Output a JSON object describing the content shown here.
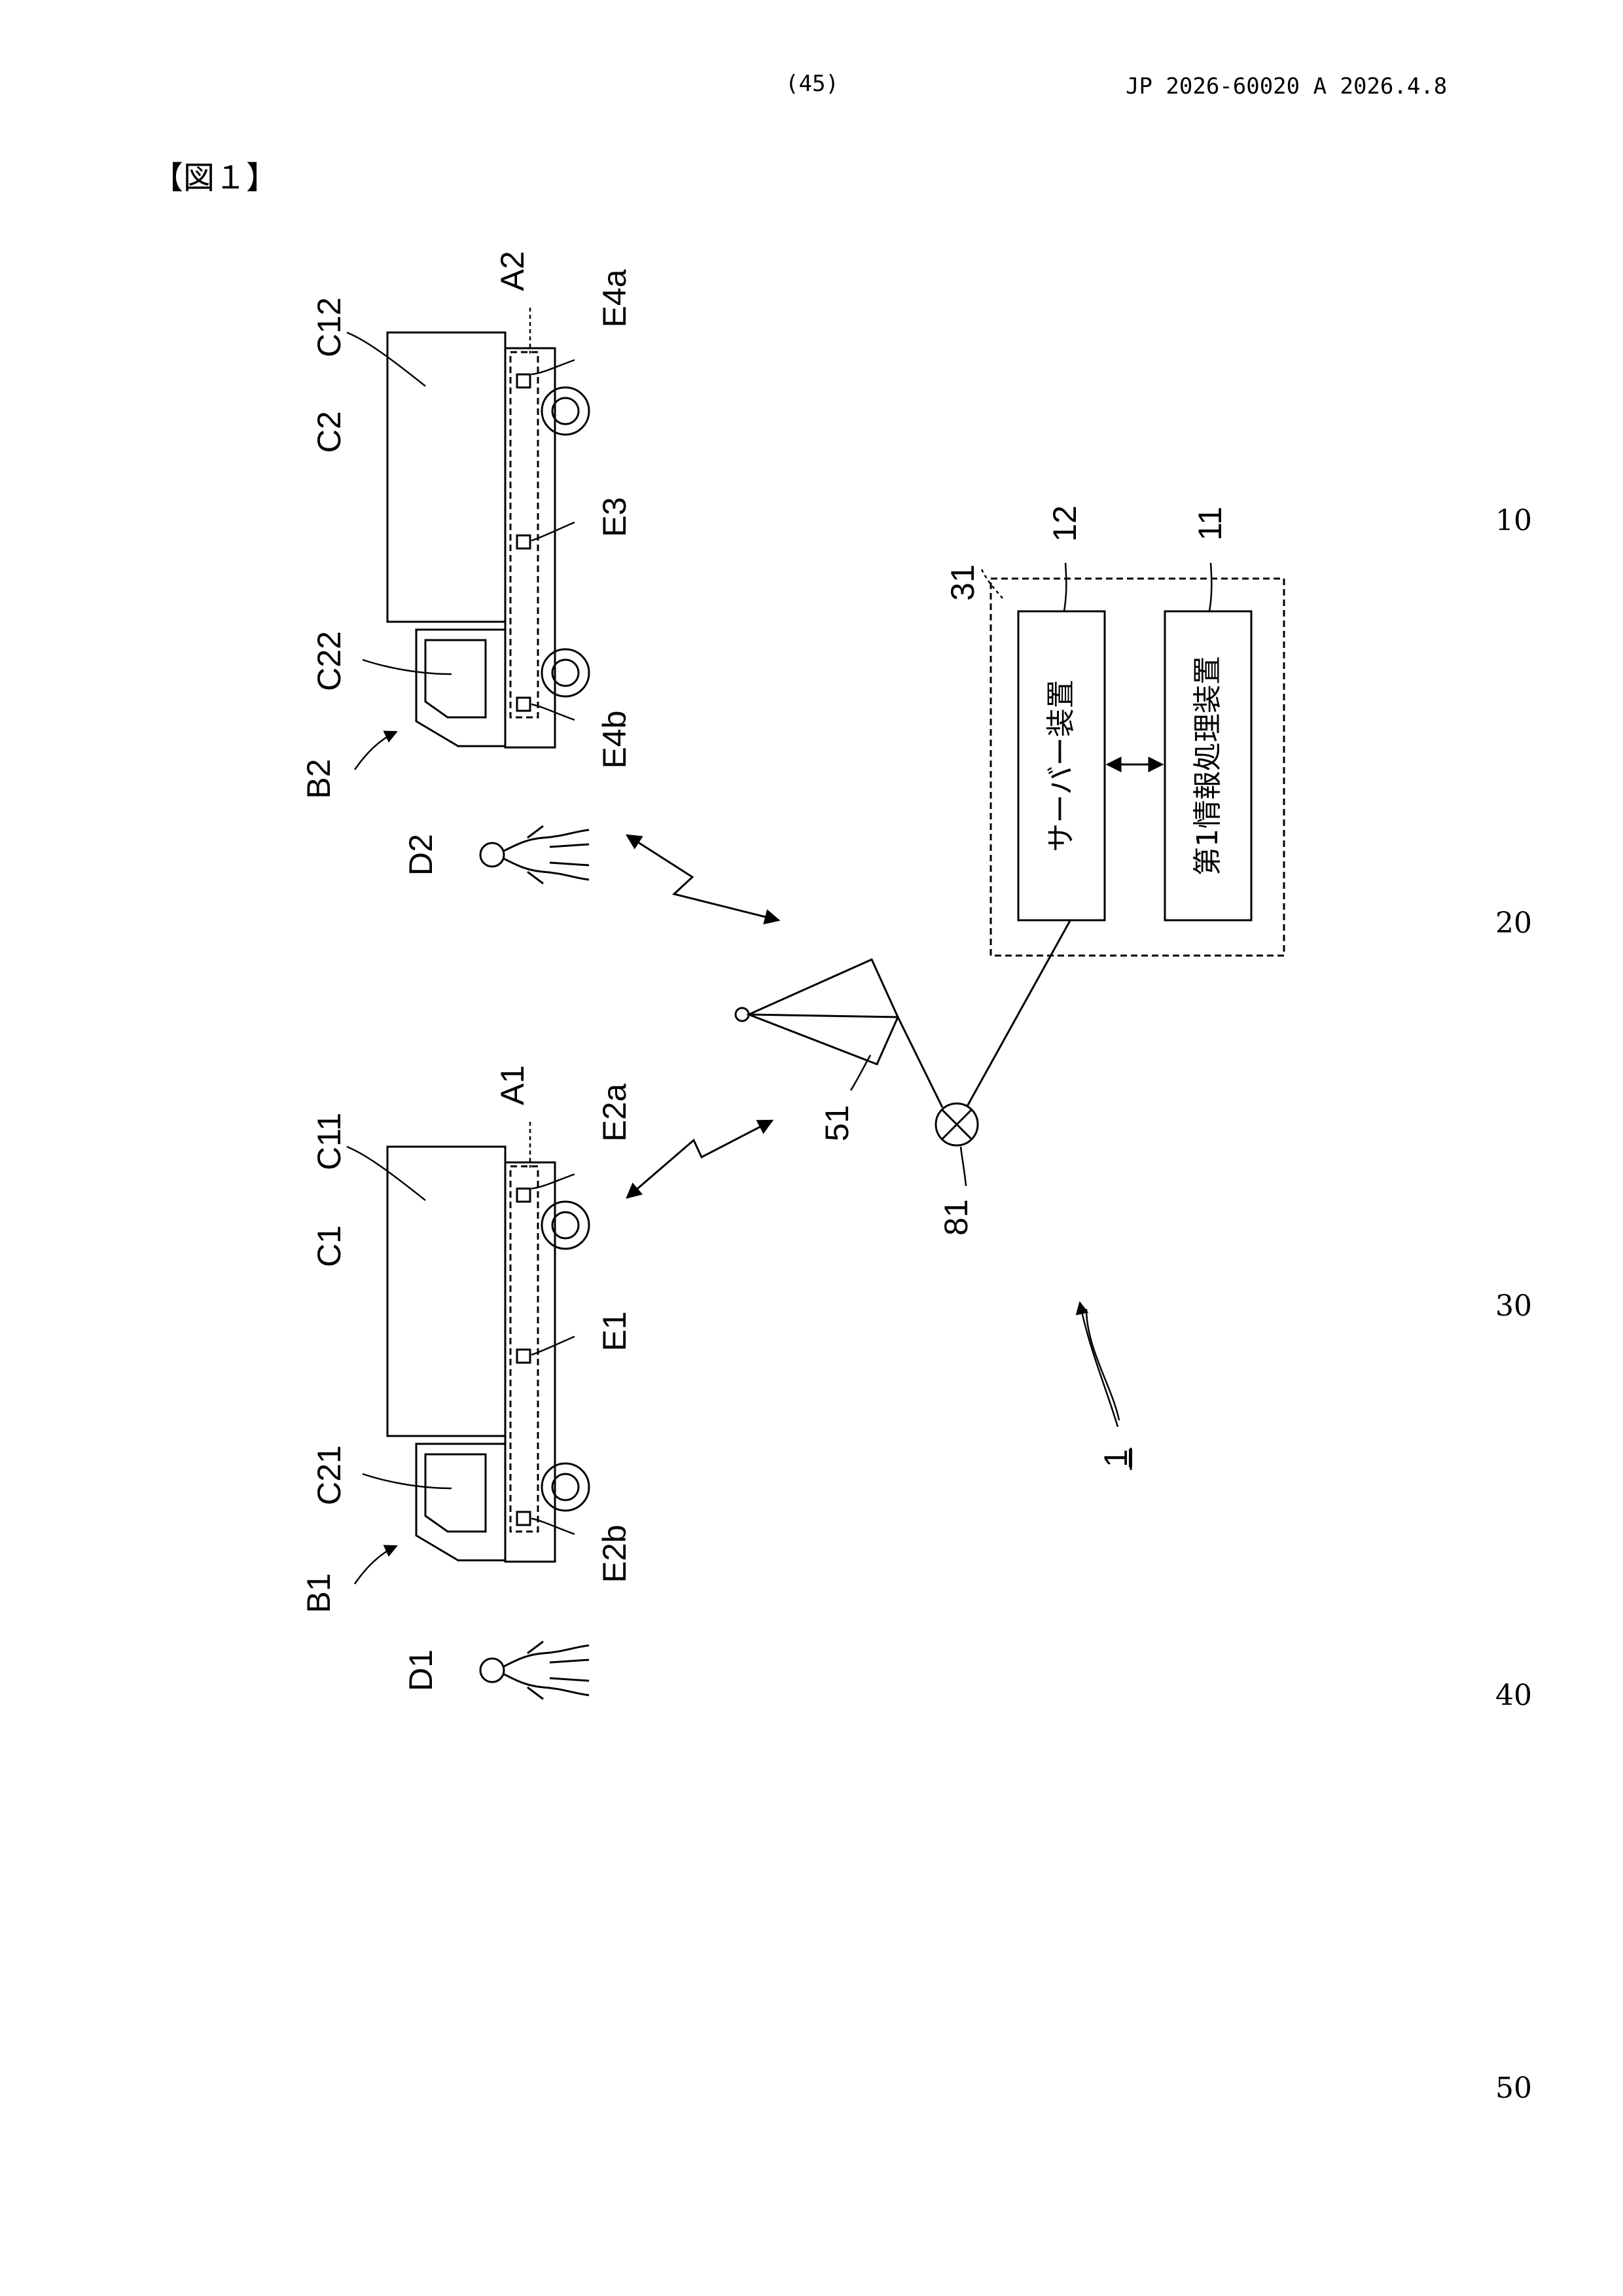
{
  "header": {
    "page_number": "(45)",
    "publication": "JP  2026-60020  A  2026.4.8"
  },
  "figure_title": "【図１】",
  "line_numbers": [
    "10",
    "20",
    "30",
    "40",
    "50"
  ],
  "labels": {
    "A1": "A1",
    "A2": "A2",
    "B1": "B1",
    "B2": "B2",
    "C1": "C1",
    "C2": "C2",
    "C11": "C11",
    "C12": "C12",
    "C21": "C21",
    "C22": "C22",
    "D1": "D1",
    "D2": "D2",
    "E1": "E1",
    "E2a": "E2a",
    "E2b": "E2b",
    "E3": "E3",
    "E4a": "E4a",
    "E4b": "E4b",
    "n11": "11",
    "n12": "12",
    "n31": "31",
    "n51": "51",
    "n81": "81",
    "n1": "1"
  },
  "boxes": {
    "server": "サーバー装置",
    "info_processor": "第1情報処理装置"
  }
}
